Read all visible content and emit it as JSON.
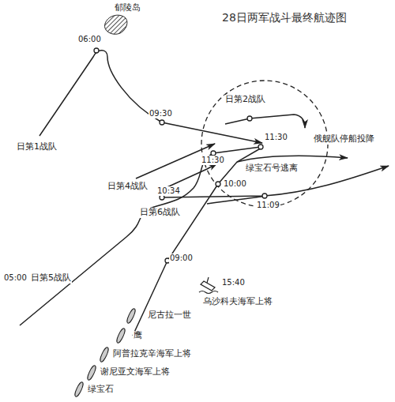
{
  "diagram": {
    "title": "28日两军战斗最终航迹图",
    "labels": [
      "郁陵岛",
      "06:00",
      "日第1战队",
      "09:30",
      "日第2战队",
      "俄舰队停船投降",
      "11:30",
      "11:30",
      "绿宝石号逃离",
      "日第4战队",
      "10:00",
      "10:34",
      "11:09",
      "日第6战队",
      "05:00",
      "日第5战队",
      "09:00",
      "15:40",
      "乌沙科夫海军上将",
      "尼古拉一世",
      "鹰",
      "阿普拉克辛海军上将",
      "谢尼亚文海军上将",
      "绿宝石"
    ]
  }
}
